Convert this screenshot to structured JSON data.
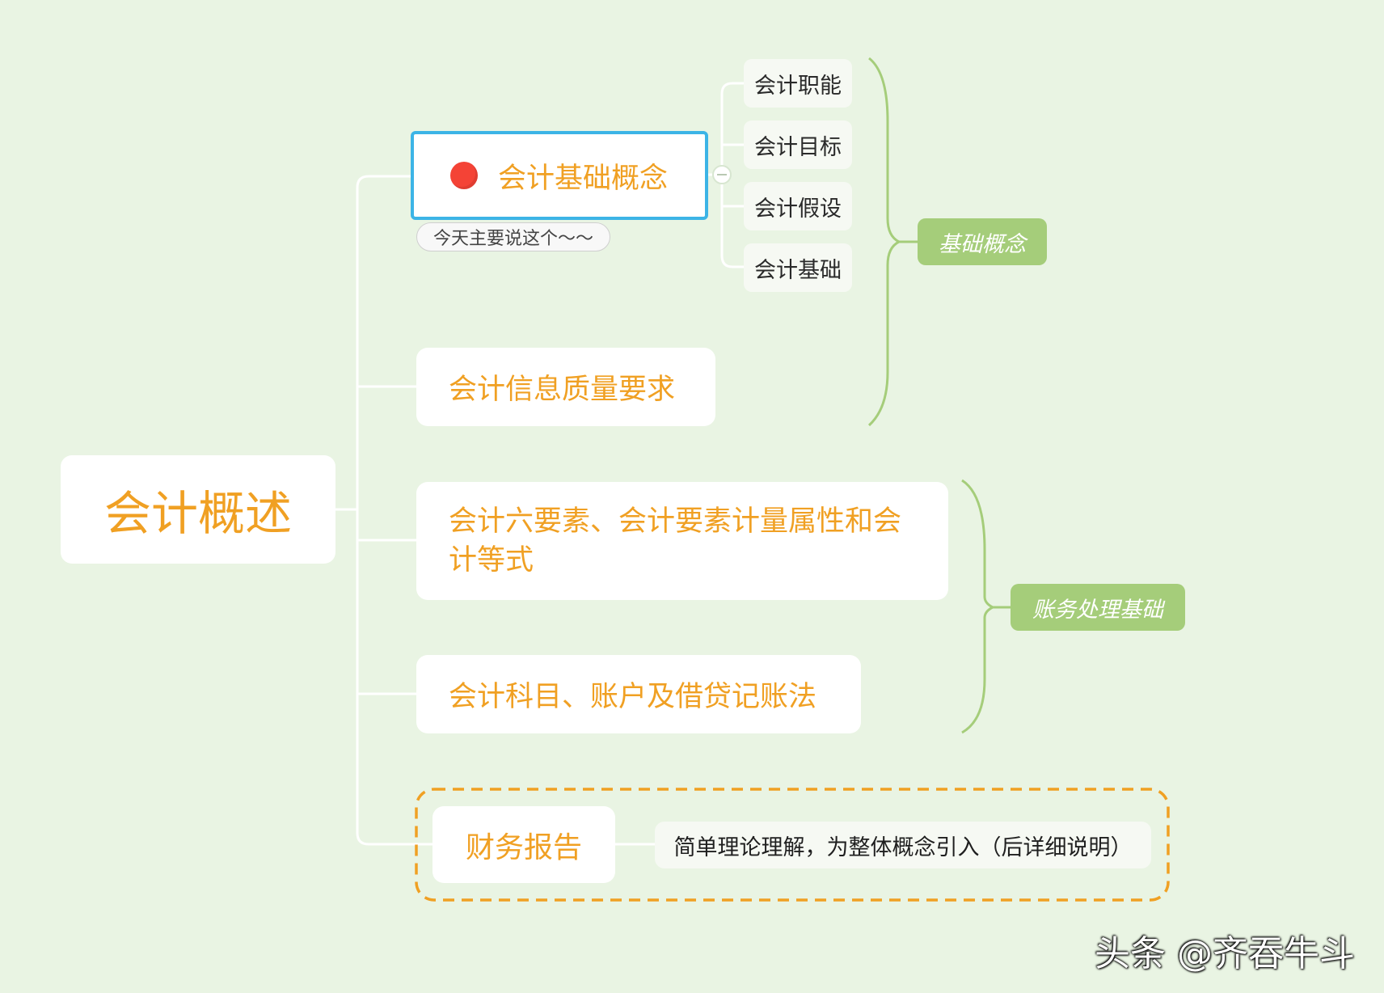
{
  "root": {
    "label": "会计概述"
  },
  "branches": [
    {
      "label": "会计基础概念"
    },
    {
      "label": "会计信息质量要求"
    },
    {
      "label": "会计六要素、会计要素计量属性和会计等式"
    },
    {
      "label": "会计科目、账户及借贷记账法"
    },
    {
      "label": "财务报告"
    }
  ],
  "subtopics": [
    {
      "label": "会计职能"
    },
    {
      "label": "会计目标"
    },
    {
      "label": "会计假设"
    },
    {
      "label": "会计基础"
    }
  ],
  "note": "今天主要说这个～～",
  "description": "简单理论理解，为整体概念引入（后详细说明）",
  "summaries": [
    {
      "label": "基础概念"
    },
    {
      "label": "账务处理基础"
    }
  ],
  "watermark": "头条 @齐吞牛斗",
  "colors": {
    "background": "#e9f4e3",
    "topic_text": "#f0a023",
    "connector": "#ffffff",
    "bracket": "#a5cd7a",
    "selection": "#3cb4e6",
    "marker": "#f44336",
    "boundary": "#f0a023"
  },
  "icons": {
    "priority_marker": "red-dot-icon",
    "collapse": "collapse-icon"
  }
}
